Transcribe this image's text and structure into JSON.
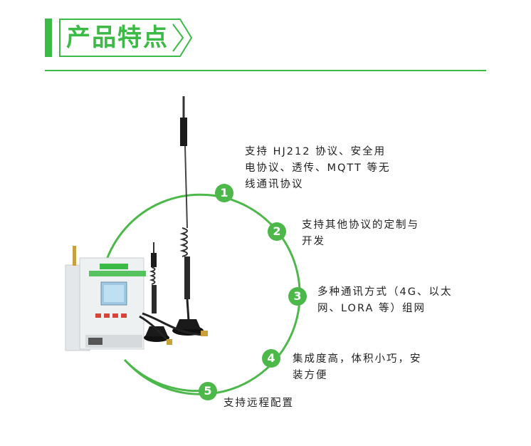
{
  "header": {
    "title": "产品特点"
  },
  "features": [
    {
      "number": "1",
      "line1": "支持 HJ212 协议、安全用",
      "line2": "电协议、透传、MQTT 等无",
      "line3": "线通讯协议"
    },
    {
      "number": "2",
      "line1": "支持其他协议的定制与",
      "line2": "开发"
    },
    {
      "number": "3",
      "line1": "多种通讯方式（4G、以太",
      "line2": "网、LORA 等）组网"
    },
    {
      "number": "4",
      "line1": "集成度高，体积小巧，安",
      "line2": "装方便"
    },
    {
      "number": "5",
      "line1": "支持远程配置"
    }
  ],
  "colors": {
    "accent": "#3cba46",
    "badge": "#4cb84a"
  }
}
